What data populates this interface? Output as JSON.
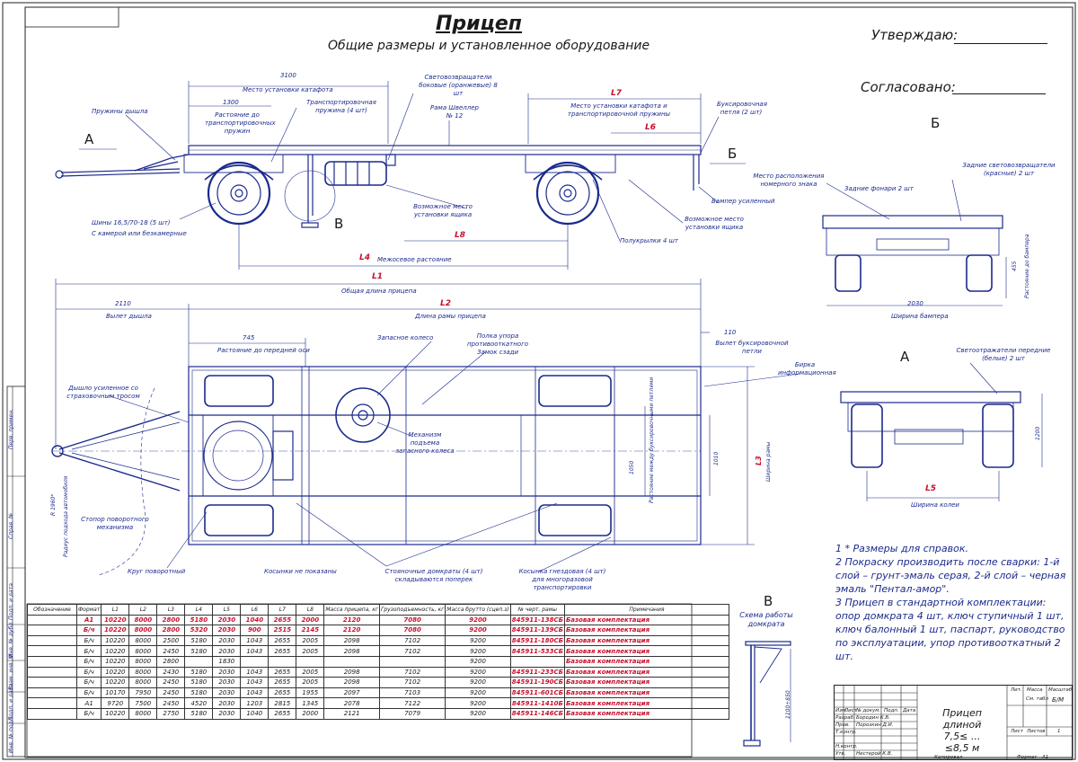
{
  "title": "Прицеп",
  "subtitle": "Общие размеры и установленное оборудование",
  "approve_label": "Утверждаю:",
  "agreed_label": "Согласовано:",
  "section_b": "Б",
  "section_a": "А",
  "side_view": {
    "dim_3100": "3100",
    "install_catafot": "Место установки катафота",
    "dim_1300": "1300",
    "spring_dist": "Растояние до транспортировочных пружин",
    "transport_spring": "Транспортировочная пружина (4 шт)",
    "reflectors_side": "Световозвращатели боковые (оранжевые) 8 шт",
    "frame": "Рама Швеллер № 12",
    "l7": "L7",
    "catafot_spring": "Место установки катафота и транспортировочной пружины",
    "l6": "L6",
    "tow_loop": "Буксировочная петля (2 шт)",
    "drawbar_springs": "Пружины дышла",
    "view_a": "А",
    "view_b": "Б",
    "tires": "Шины 16,5/70-18 (5 шт)",
    "tube": "С камерой или безкамерные",
    "view_v": "В",
    "box_possible1": "Возможное место установки ящика",
    "l8": "L8",
    "fenders": "Полукрылки 4 шт",
    "box_possible2": "Возможное место установки ящика",
    "bumper": "Бампер усиленный",
    "l4": "L4",
    "axle_dist": "Межосевое растояние"
  },
  "rear_view": {
    "plate_place": "Место расположения номерного знака",
    "rear_lights": "Задние фонари 2 шт",
    "rear_reflectors": "Задние световозвращатели (красные) 2 шт",
    "dim_455": "455",
    "bumper_dist": "Растояние до бампера",
    "dim_2030": "2030",
    "bumper_width": "Ширина бампера"
  },
  "front_view": {
    "tag": "Бирка информационная",
    "front_reflectors": "Светоотражатели передние (белые) 2 шт",
    "dim_1200": "1200",
    "l5": "L5",
    "track": "Ширина колеи"
  },
  "plan_view": {
    "l1": "L1",
    "total_length": "Общая длина прицепа",
    "dim_2110": "2110",
    "drawbar_reach": "Вылет дышла",
    "l2": "L2",
    "frame_length": "Длина рамы прицепа",
    "dim_110": "110",
    "loop_reach": "Вылет буксировочной петли",
    "dim_745": "745",
    "front_axle_dist": "Растояние до передней оси",
    "spare_wheel": "Запасное колесо",
    "underrun_shelf": "Полка упора противооткатного Замок сзади",
    "tag_info": "Бирка информационная",
    "reinforced_drawbar": "Дышло усиленное со страховочным тросом",
    "spare_lift": "Механизм подъема запасного колеса",
    "dim_1050": "1050",
    "loop_dist": "Растояние между буксировочными петлями",
    "dim_1010": "1010",
    "l3": "L3",
    "frame_width": "Ширина рамы",
    "radius": "R 1960*",
    "radius_note": "Радиус подхода автомобиля",
    "turn_stop": "Стопор поворотного механизма",
    "turn_circle": "Круг поворотный",
    "gussets_hidden": "Косынки не показаны",
    "jacks": "Стояночные домкраты (4 шт) складываются поперек",
    "socket_gusset": "Косынка гнездовая (4 шт) для многоразовой транспортировки"
  },
  "jack_scheme": {
    "letter": "В",
    "caption": "Схема работы домкрата",
    "dim": "1100÷850"
  },
  "notes": [
    "1 * Размеры для справок.",
    "2 Покраску производить после сварки: 1-й слой – грунт-эмаль серая, 2-й слой – черная эмаль \"Пентал-амор\".",
    "3 Прицеп в стандартной комплектации: опор домкрата 4 шт, ключ ступичный 1 шт, ключ балонный 1 шт, паспарт, руководство по эксплуатации, упор противооткатный 2 шт."
  ],
  "table": {
    "headers": [
      "Обозначение",
      "Формат",
      "L1",
      "L2",
      "L3",
      "L4",
      "L5",
      "L6",
      "L7",
      "L8",
      "Масса прицепа, кг",
      "Грузоподъемность, кг",
      "Масса брутто (сцеп.з)",
      "№ черт. рамы",
      "Примечания"
    ],
    "rows": [
      [
        "",
        "А1",
        "10220",
        "8000",
        "2800",
        "5180",
        "2030",
        "1040",
        "2655",
        "2000",
        "2120",
        "7080",
        "9200",
        "845911-138СБ",
        "Базовая комплектация"
      ],
      [
        "",
        "Б/ч",
        "10220",
        "8000",
        "2800",
        "5320",
        "2030",
        "900",
        "2515",
        "2145",
        "2120",
        "7080",
        "9200",
        "845911-139СБ",
        "Базовая комплектация"
      ],
      [
        "",
        "Б/ч",
        "10220",
        "8000",
        "2500",
        "5180",
        "2030",
        "1043",
        "2655",
        "2005",
        "2098",
        "7102",
        "9200",
        "845911-180СБ",
        "Базовая комплектация"
      ],
      [
        "",
        "Б/ч",
        "10220",
        "8000",
        "2450",
        "5180",
        "2030",
        "1043",
        "2655",
        "2005",
        "2098",
        "7102",
        "9200",
        "845911-533СБ",
        "Базовая комплектация"
      ],
      [
        "",
        "Б/ч",
        "10220",
        "8000",
        "2800",
        "",
        "1830",
        "",
        "",
        "",
        "",
        "",
        "9200",
        "",
        "Базовая комплектация"
      ],
      [
        "",
        "Б/ч",
        "10220",
        "8000",
        "2430",
        "5180",
        "2030",
        "1043",
        "2655",
        "2005",
        "2098",
        "7102",
        "9200",
        "845911-233СБ",
        "Базовая комплектация"
      ],
      [
        "",
        "Б/ч",
        "10220",
        "8000",
        "2450",
        "5180",
        "2030",
        "1043",
        "2655",
        "2005",
        "2098",
        "7102",
        "9200",
        "845911-190СБ",
        "Базовая комплектация"
      ],
      [
        "",
        "Б/ч",
        "10170",
        "7950",
        "2450",
        "5180",
        "2030",
        "1043",
        "2655",
        "1955",
        "2097",
        "7103",
        "9200",
        "845911-601СБ",
        "Базовая комплектация"
      ],
      [
        "",
        "А1",
        "9720",
        "7500",
        "2450",
        "4520",
        "2030",
        "1203",
        "2815",
        "1345",
        "2078",
        "7122",
        "9200",
        "845911-1410Б",
        "Базовая комплектация"
      ],
      [
        "",
        "Б/ч",
        "10220",
        "8000",
        "2750",
        "5180",
        "2030",
        "1040",
        "2655",
        "2000",
        "2121",
        "7079",
        "9200",
        "845911-146СБ",
        "Базовая комплектация"
      ]
    ]
  },
  "stamp": {
    "title": "Прицеп длиной 7,5≤ ... ≤8,5 м",
    "rows_left": [
      "Изм.",
      "Лист",
      "№ докум.",
      "Подп.",
      "Дата"
    ],
    "dev": "Разраб.",
    "dev_name": "Бородин К.В.",
    "check": "Пров.",
    "check_name": "Порозкин Д.И.",
    "tcontrol": "Т.контр.",
    "ncontrol": "Н.контр.",
    "approved": "Утв.",
    "approved_name": "Нестерой К.В.",
    "lit": "Лит.",
    "mass": "Масса",
    "scale": "Масштаб",
    "mass_value": "См. табл",
    "scale_value": "Б/М",
    "sheet": "Лист",
    "sheets": "Листов",
    "sheets_value": "1",
    "copied": "Копировал",
    "format": "Формат",
    "format_value": "А1"
  },
  "side_strip": {
    "perv": "Перв. примен.",
    "sprav": "Справ. №",
    "podp_date1": "Подп. и дата",
    "inv_dubl": "Инв. № дубл.",
    "vzam": "Взам. инв. №",
    "podp_date2": "Подп. и дата",
    "inv_podl": "Инв. № подл."
  }
}
